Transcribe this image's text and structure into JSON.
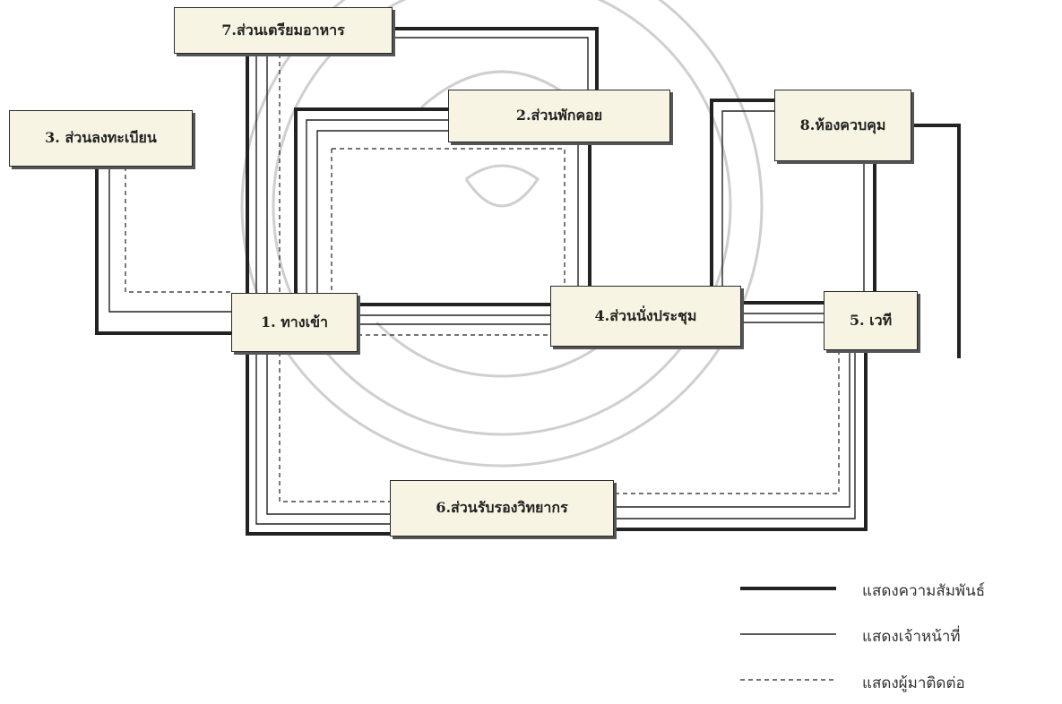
{
  "diagram": {
    "nodes": [
      {
        "id": "1",
        "label": "1. ทางเข้า"
      },
      {
        "id": "2",
        "label": "2.ส่วนพักคอย"
      },
      {
        "id": "3",
        "label": "3. ส่วนลงทะเบียน"
      },
      {
        "id": "4",
        "label": "4.ส่วนนั่งประชุม"
      },
      {
        "id": "5",
        "label": "5. เวที"
      },
      {
        "id": "6",
        "label": "6.ส่วนรับรองวิทยากร"
      },
      {
        "id": "7",
        "label": "7.ส่วนเตรียมอาหาร"
      },
      {
        "id": "8",
        "label": "8.ห้องควบคุม"
      }
    ],
    "legend": [
      {
        "style": "thick",
        "label": "แสดงความสัมพันธ์"
      },
      {
        "style": "thin",
        "label": "แสดงเจ้าหน้าที่"
      },
      {
        "style": "dashed",
        "label": "แสดงผู้มาติดต่อ"
      }
    ]
  },
  "colors": {
    "box_fill": "#f7f4e3",
    "line": "#222222",
    "watermark": "#c8c8c8"
  }
}
